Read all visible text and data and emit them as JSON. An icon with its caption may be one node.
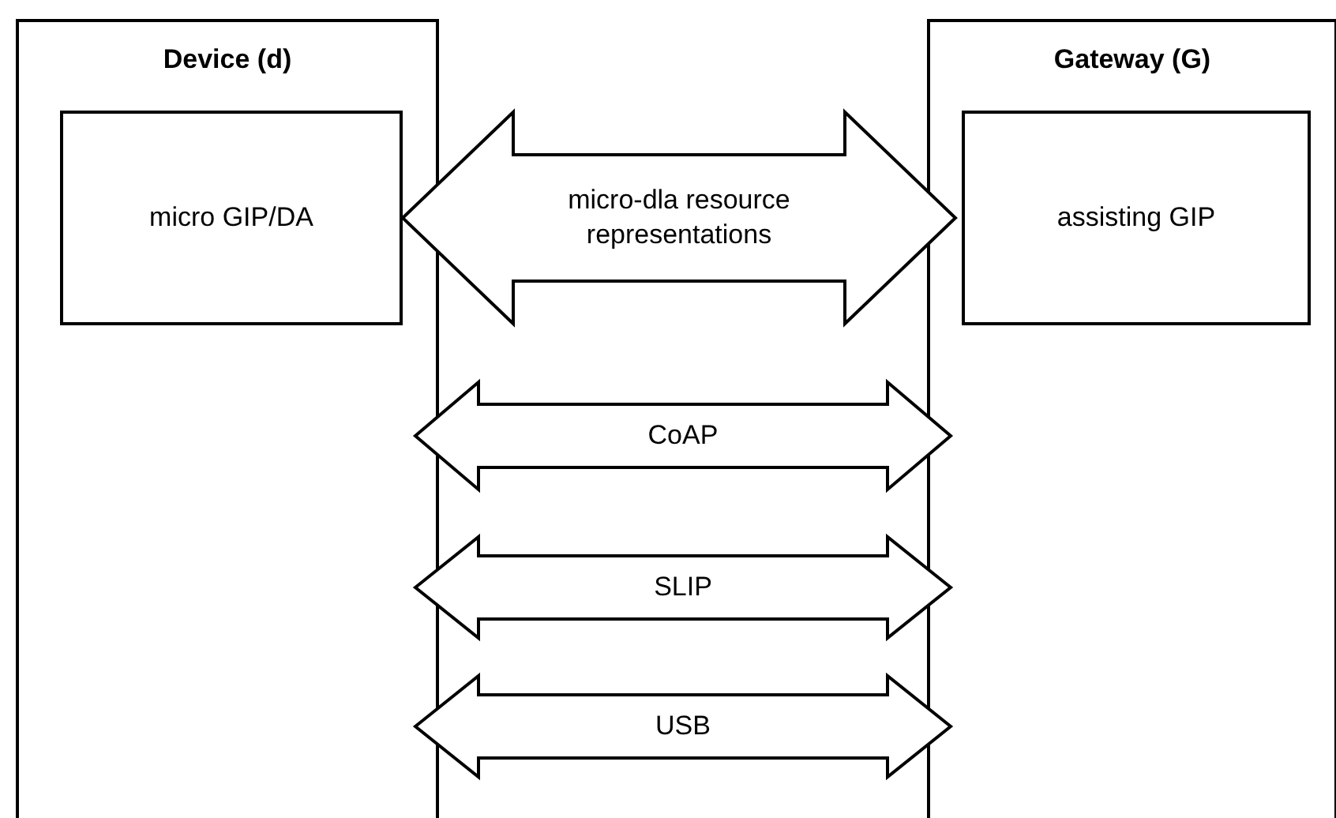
{
  "diagram": {
    "nodes": [
      {
        "text": [
          "Device (d)"
        ]
      },
      {
        "text": [
          "micro GIP/DA"
        ],
        "in": 0
      },
      {
        "text": [
          "Gateway (G)"
        ]
      },
      {
        "text": [
          "assisting GIP"
        ],
        "in": 2
      }
    ],
    "edges": [
      {
        "from": 1,
        "to": 3,
        "arrow": "both",
        "label": "micro-dla resource representations"
      },
      {
        "from": 0,
        "to": 2,
        "arrow": "both",
        "label": "CoAP"
      },
      {
        "from": 0,
        "to": 2,
        "arrow": "both",
        "label": "SLIP"
      },
      {
        "from": 0,
        "to": 2,
        "arrow": "both",
        "label": "USB"
      }
    ]
  }
}
